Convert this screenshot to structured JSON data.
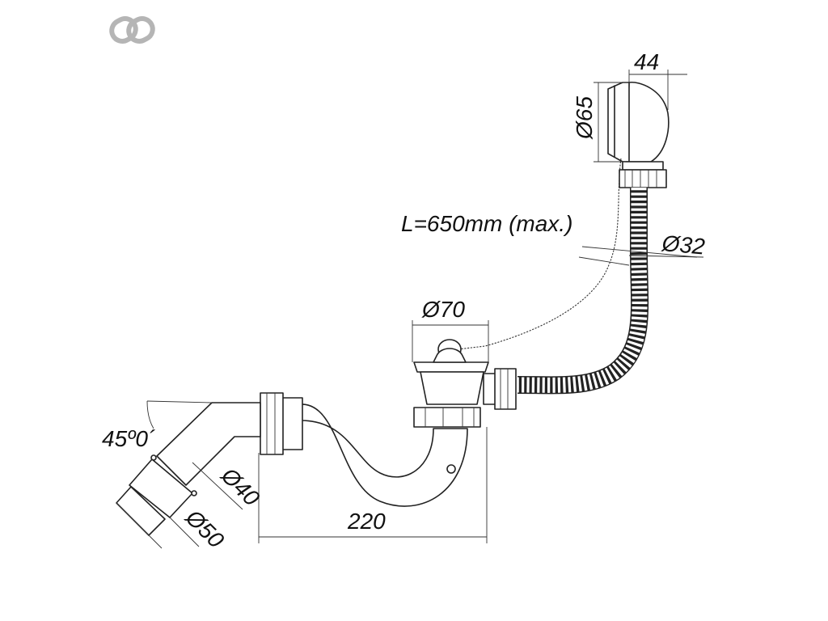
{
  "logo": {
    "icon": "chain-link-logo-icon",
    "color": "#b5b5b5"
  },
  "dimensions": {
    "overflow_depth": "44",
    "overflow_diameter": "Ø65",
    "hose_length": "L=650mm (max.)",
    "hose_diameter": "Ø32",
    "waste_diameter": "Ø70",
    "outlet_angle": "45º0´",
    "outlet_diameter_inner": "Ø40",
    "outlet_diameter_outer": "Ø50",
    "trap_length": "220"
  }
}
